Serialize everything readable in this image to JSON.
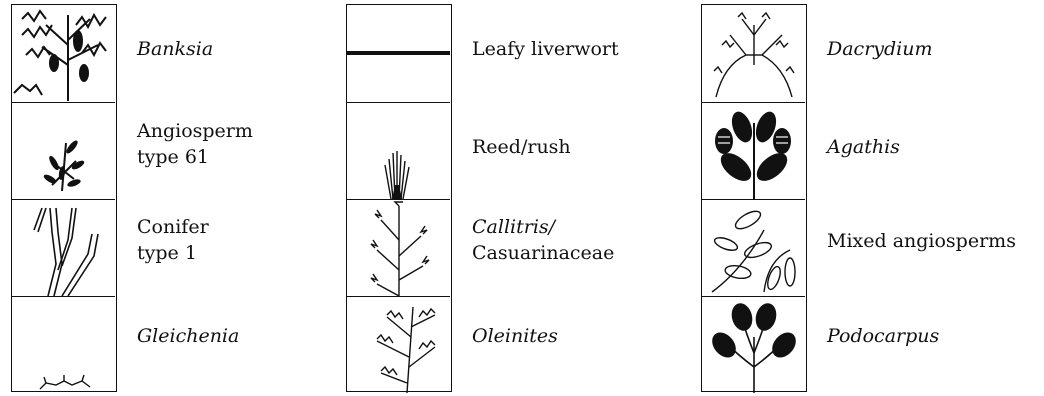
{
  "legend": {
    "col_a": [
      {
        "line1": "Banksia",
        "line2": "",
        "italic": true,
        "icon": "banksia-symbol"
      },
      {
        "line1": "Angiosperm",
        "line2": "type 61",
        "italic": false,
        "icon": "angiosperm-type-61-symbol"
      },
      {
        "line1": "Conifer",
        "line2": "type 1",
        "italic": false,
        "icon": "conifer-type-1-symbol"
      },
      {
        "line1": "Gleichenia",
        "line2": "",
        "italic": true,
        "icon": "gleichenia-symbol"
      }
    ],
    "col_b": [
      {
        "line1": "Leafy liverwort",
        "line2": "",
        "italic": false,
        "icon": "leafy-liverwort-symbol"
      },
      {
        "line1": "Reed/rush",
        "line2": "",
        "italic": false,
        "icon": "reed-rush-symbol"
      },
      {
        "line1": "Callitris/",
        "line2": "Casuarinaceae",
        "italic": "first",
        "icon": "callitris-casuarinaceae-symbol"
      },
      {
        "line1": "Oleinites",
        "line2": "",
        "italic": true,
        "icon": "oleinites-symbol"
      }
    ],
    "col_c": [
      {
        "line1": "Dacrydium",
        "line2": "",
        "italic": true,
        "icon": "dacrydium-symbol"
      },
      {
        "line1": "Agathis",
        "line2": "",
        "italic": true,
        "icon": "agathis-symbol"
      },
      {
        "line1": "Mixed angiosperms",
        "line2": "",
        "italic": false,
        "icon": "mixed-angiosperms-symbol"
      },
      {
        "line1": "Podocarpus",
        "line2": "",
        "italic": true,
        "icon": "podocarpus-symbol"
      }
    ]
  }
}
